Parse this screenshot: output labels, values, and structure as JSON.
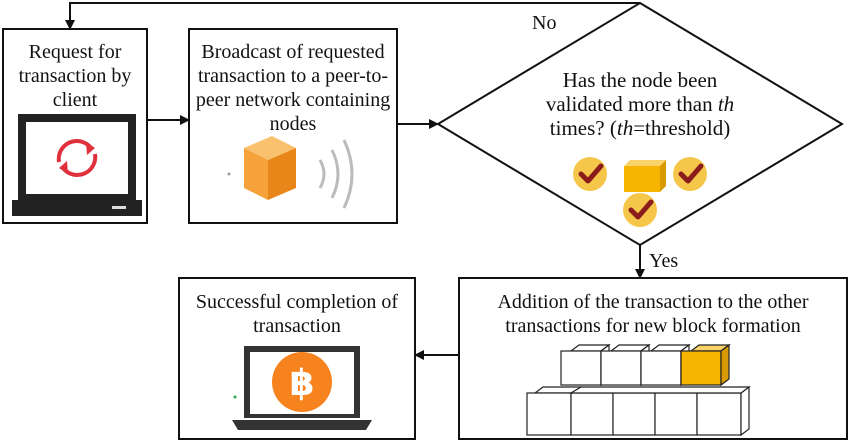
{
  "steps": {
    "request": {
      "line1": "Request for",
      "line2": "transaction by",
      "line3": "client"
    },
    "broadcast": {
      "line1": "Broadcast of requested",
      "line2": "transaction to a peer-to-",
      "line3": "peer network containing",
      "line4": "nodes"
    },
    "decision": {
      "line1": "Has the node been",
      "line2_pre": "validated more than ",
      "line2_em": "th",
      "line3_pre": "times? (",
      "line3_em": "th",
      "line3_post": "=threshold)"
    },
    "addition": {
      "line1": "Addition of the transaction to the other",
      "line2": "transactions for new block formation"
    },
    "completion": {
      "line1": "Successful completion of",
      "line2": "transaction"
    }
  },
  "edges": {
    "no_label": "No",
    "yes_label": "Yes"
  },
  "icons": {
    "request": "laptop-refresh-icon",
    "broadcast": "cube-signal-icon",
    "decision": "checkmark-badge-icon",
    "addition": "block-stack-icon",
    "completion": "laptop-bitcoin-icon",
    "bitcoin_glyph": "฿"
  },
  "colors": {
    "line": "#111111",
    "cube_orange": "#f5a23a",
    "block_yellow": "#f7b500",
    "badge_fill": "#f6c64a",
    "check_color": "#8a1c1c",
    "bitcoin_orange": "#f7831f",
    "refresh_red": "#e0303c"
  }
}
